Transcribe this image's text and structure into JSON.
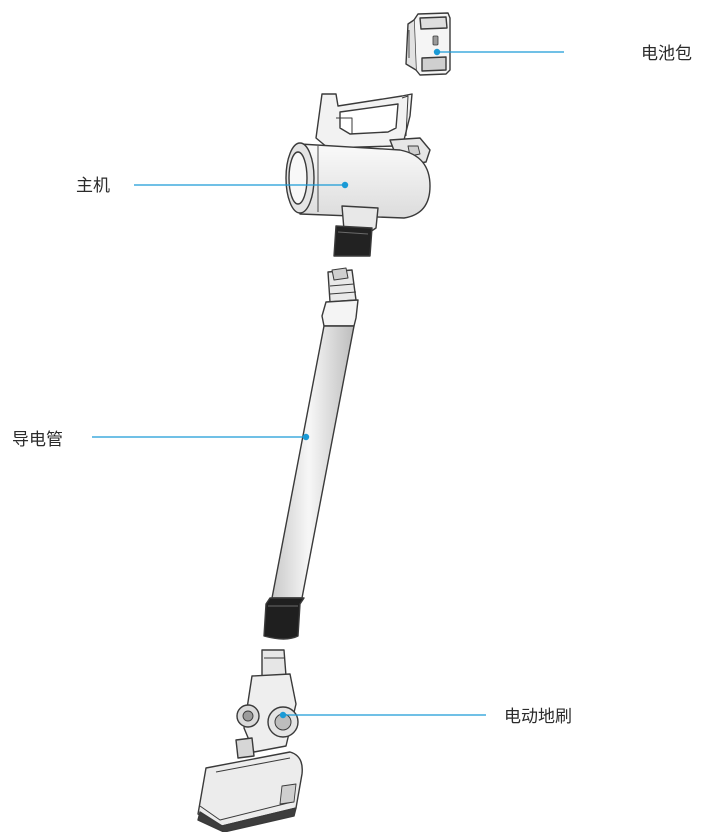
{
  "labels": {
    "battery": "电池包",
    "main_unit": "主机",
    "tube": "导电管",
    "floor_brush": "电动地刷"
  },
  "colors": {
    "leader": "#1a9ad6",
    "outline": "#3a3a3a",
    "body_fill": "#f4f4f4",
    "shade": "#d9d9d9",
    "dark": "#5a5a5a"
  }
}
